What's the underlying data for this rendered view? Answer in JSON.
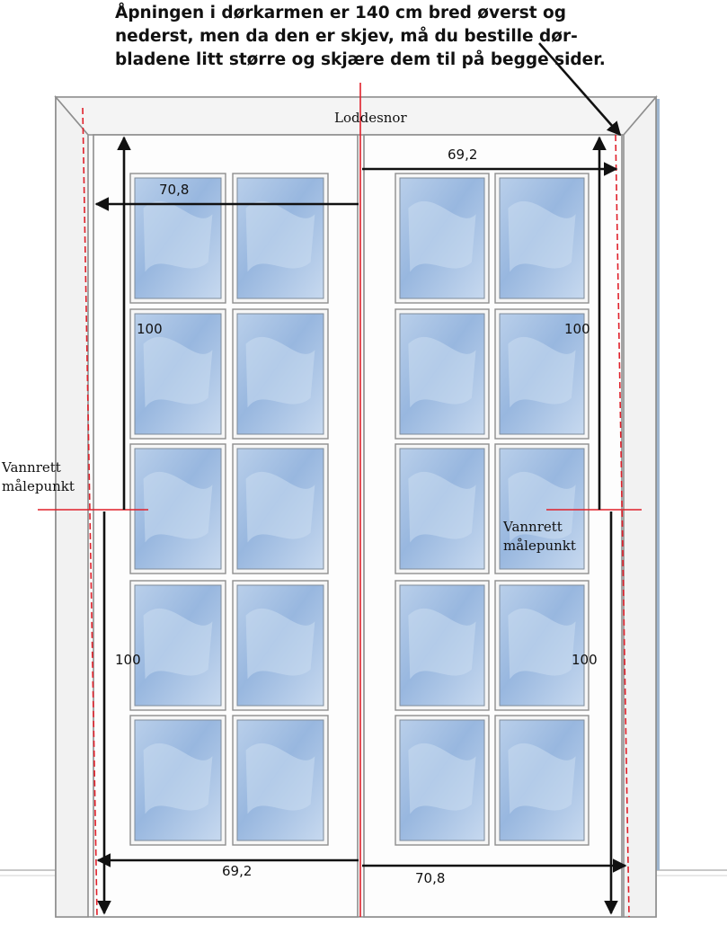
{
  "annotation": {
    "lines": [
      "Åpningen i dørkarmen er 140 cm bred øverst og",
      "nederst, men da den er skjev, må du bestille dør-",
      "bladene litt større og skjære dem til på begge sider."
    ]
  },
  "labels": {
    "plumb_line": "Loddesnor",
    "left_top_width": "70,8",
    "right_top_width": "69,2",
    "left_upper_height": "100",
    "right_upper_height": "100",
    "left_lower_height": "100",
    "right_lower_height": "100",
    "left_bottom_width": "69,2",
    "right_bottom_width": "70,8",
    "level_point_left": [
      "Vannrett",
      "målepunkt"
    ],
    "level_point_right": [
      "Vannrett",
      "målepunkt"
    ]
  },
  "colors": {
    "frame_stroke": "#8e8e8e",
    "glass_blue": "#9dbbe0",
    "glass_light": "#cbdcf0",
    "guide_red": "#e0202a",
    "arrow_black": "#111111",
    "wall_blue": "#9fb6cf"
  }
}
